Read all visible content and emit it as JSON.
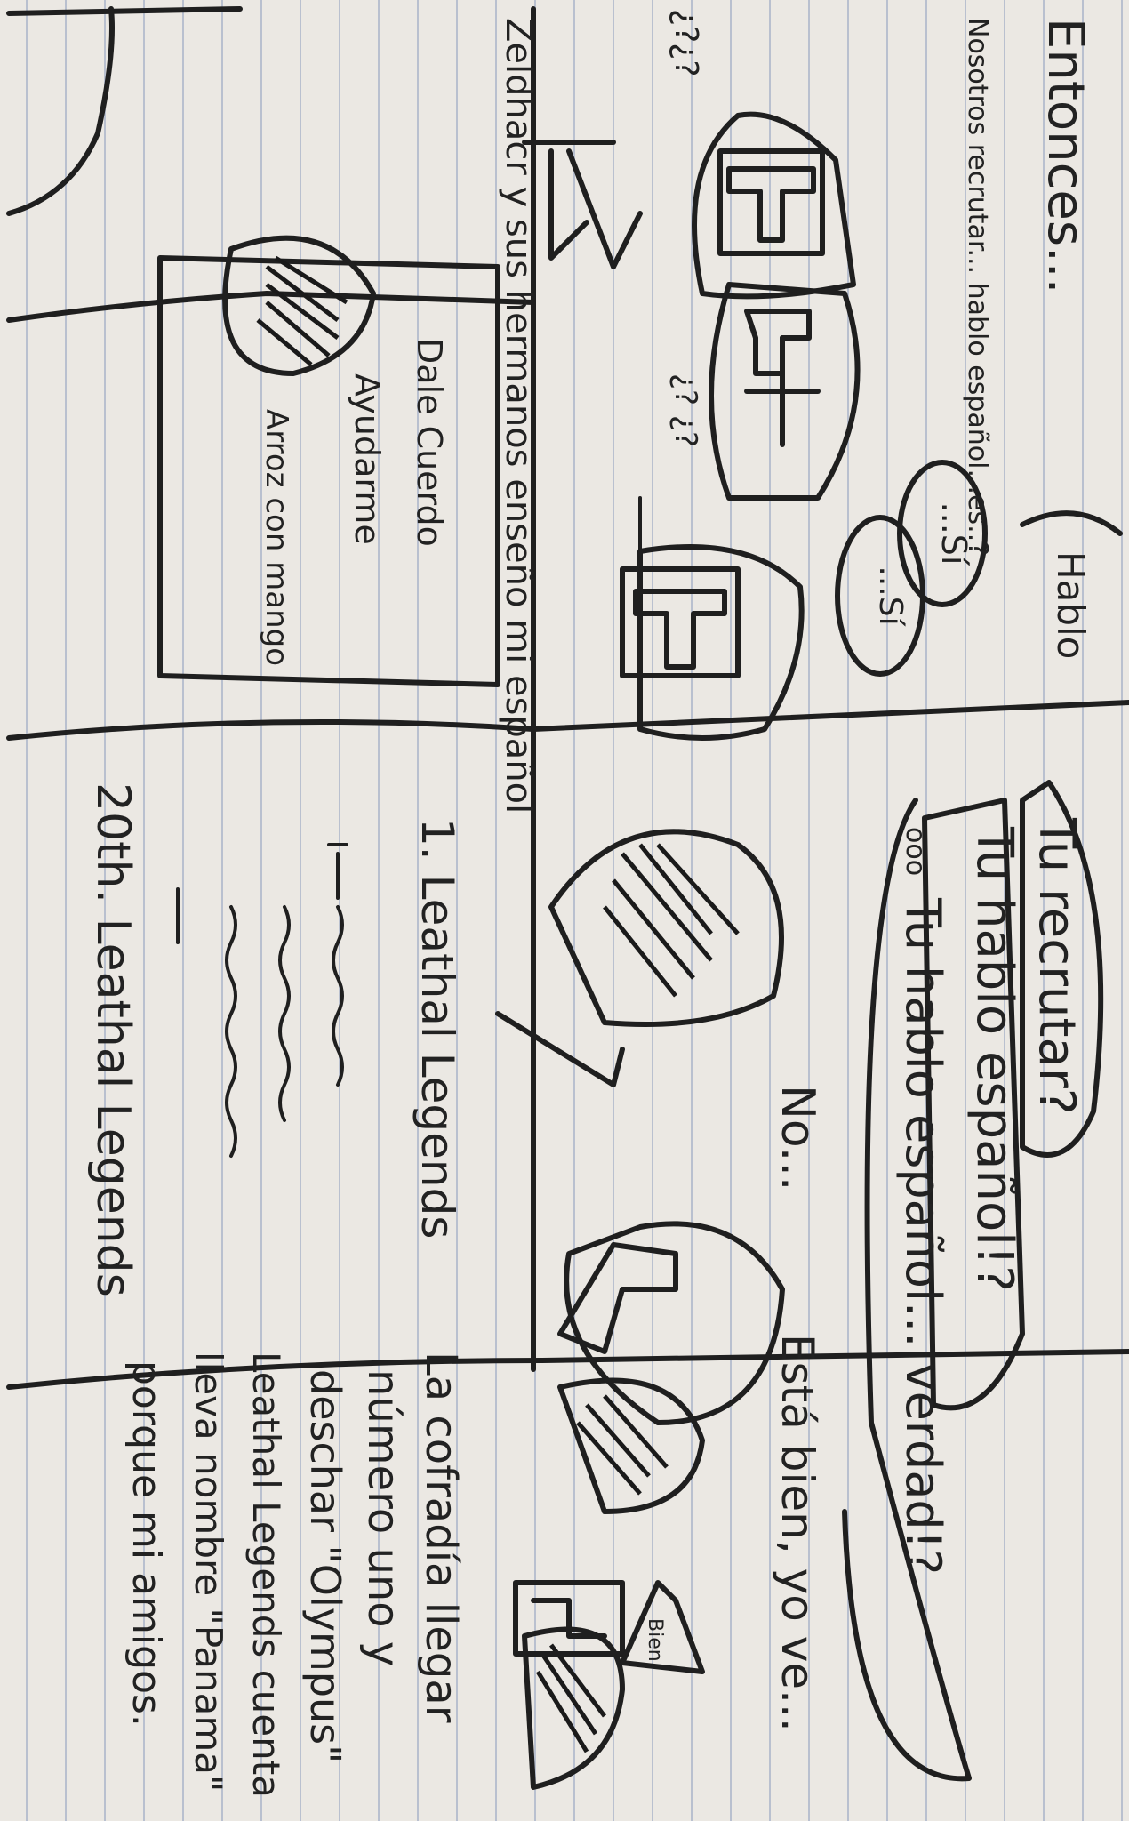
{
  "comic": {
    "panel_1": {
      "caption": "Entonces...",
      "speech_left": "Nosotros recrutar... hablo español...es..?",
      "speech_dots": "...Sí",
      "speech_dots_2": "...Sí",
      "question_marks": "¿? ¿?",
      "small_marks": "¿?¿?",
      "narration": "Zeldhacr y sus hermanos enseño mi español",
      "box_lines": [
        "Dale Cuerdo",
        "Ayudarme",
        "Arroz con mango"
      ],
      "tab_label": "Hablo"
    },
    "panel_2": {
      "speech_top": "Tu recrutar?",
      "speech_mid": "Tu hablo español!?",
      "speech_low": "Tu hablo español... verdad!?",
      "ellipsis": "ooo",
      "reply_no": "No...",
      "reply_ok": "Está bien, yo ve...",
      "badge": "Bien"
    },
    "panel_3": {
      "list_first": "1. Leathal Legends",
      "list_last": "20th. Leathal Legends",
      "story_lines": [
        "La cofradía llegar",
        "número uno y",
        "deschar \"Olympus\"",
        "Leathal Legends cuenta",
        "lleva nombre \"Panama\"",
        "porque mi amigos."
      ]
    }
  },
  "colors": {
    "paper": "#ebe8e3",
    "rule": "#b9c0cf",
    "ink": "#1f1f1f"
  }
}
